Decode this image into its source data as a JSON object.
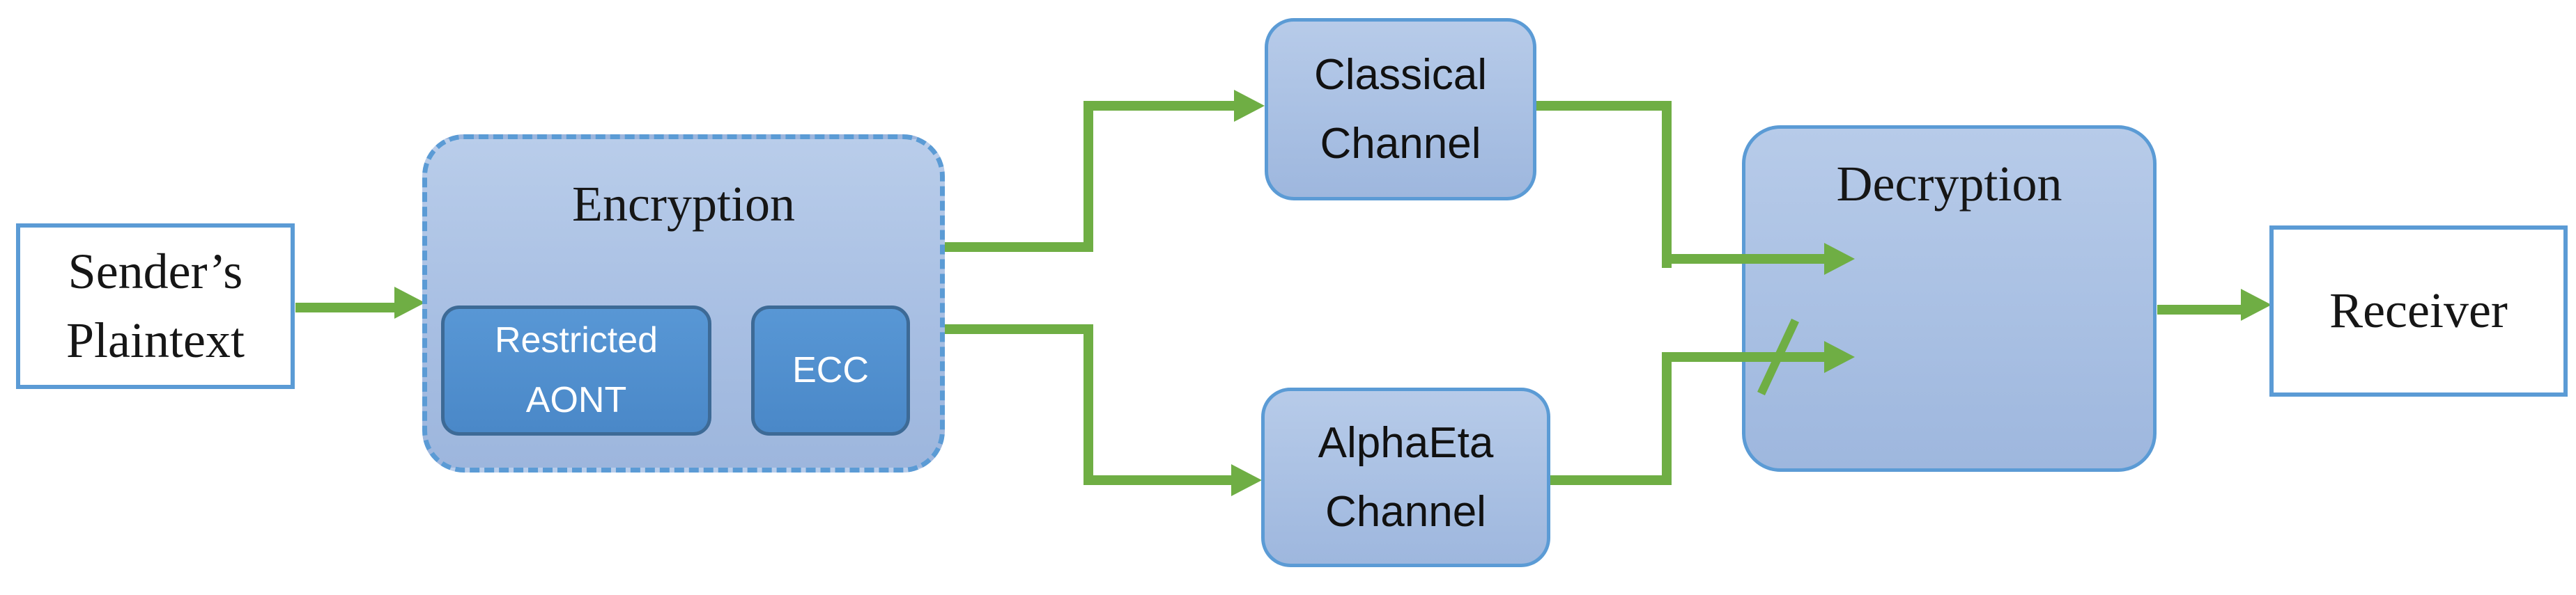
{
  "diagram": {
    "type": "block-flow-diagram",
    "nodes": {
      "sender": {
        "line1": "Sender’s",
        "line2": "Plaintext"
      },
      "encryption": {
        "title": "Encryption",
        "children": {
          "restricted_aont": {
            "line1": "Restricted",
            "line2": "AONT"
          },
          "ecc": {
            "label": "ECC"
          }
        }
      },
      "classical_channel": {
        "line1": "Classical",
        "line2": "Channel"
      },
      "alphaeta_channel": {
        "line1": "AlphaEta",
        "line2": "Channel"
      },
      "decryption": {
        "title": "Decryption"
      },
      "receiver": {
        "label": "Receiver"
      }
    },
    "edges": [
      {
        "from": "sender",
        "to": "encryption"
      },
      {
        "from": "encryption",
        "to": "classical_channel"
      },
      {
        "from": "encryption",
        "to": "alphaeta_channel"
      },
      {
        "from": "classical_channel",
        "to": "decryption"
      },
      {
        "from": "alphaeta_channel",
        "to": "decryption",
        "marker": "slash-tick"
      },
      {
        "from": "decryption",
        "to": "receiver"
      }
    ],
    "colors": {
      "arrow_green": "#6fae44",
      "box_border_blue": "#5b9bd5",
      "soft_fill_top": "#b7cbe9",
      "soft_fill_bottom": "#9eb7de",
      "inner_fill": "#4f8ed0",
      "inner_border": "#3d6a96",
      "text_dark": "#161616",
      "text_white": "#ffffff",
      "background": "#ffffff"
    }
  }
}
